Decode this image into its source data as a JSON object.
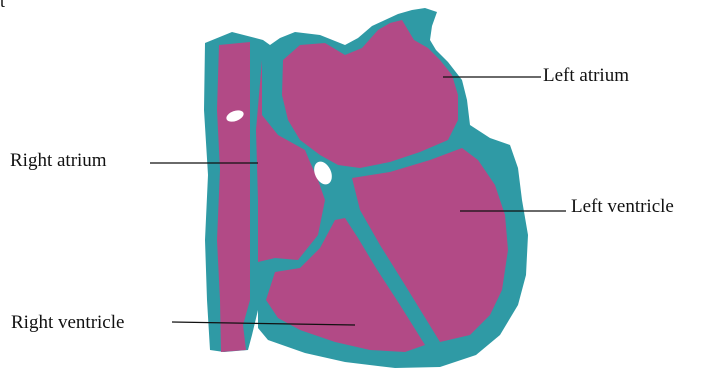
{
  "top_fragment": "t",
  "labels": {
    "left_atrium": "Left atrium",
    "right_atrium": "Right atrium",
    "left_ventricle": "Left ventricle",
    "right_ventricle": "Right ventricle"
  },
  "colors": {
    "muscle": "#2f9aa5",
    "chamber": "#b24a86",
    "valve": "#ffffff",
    "leader": "#111111"
  }
}
